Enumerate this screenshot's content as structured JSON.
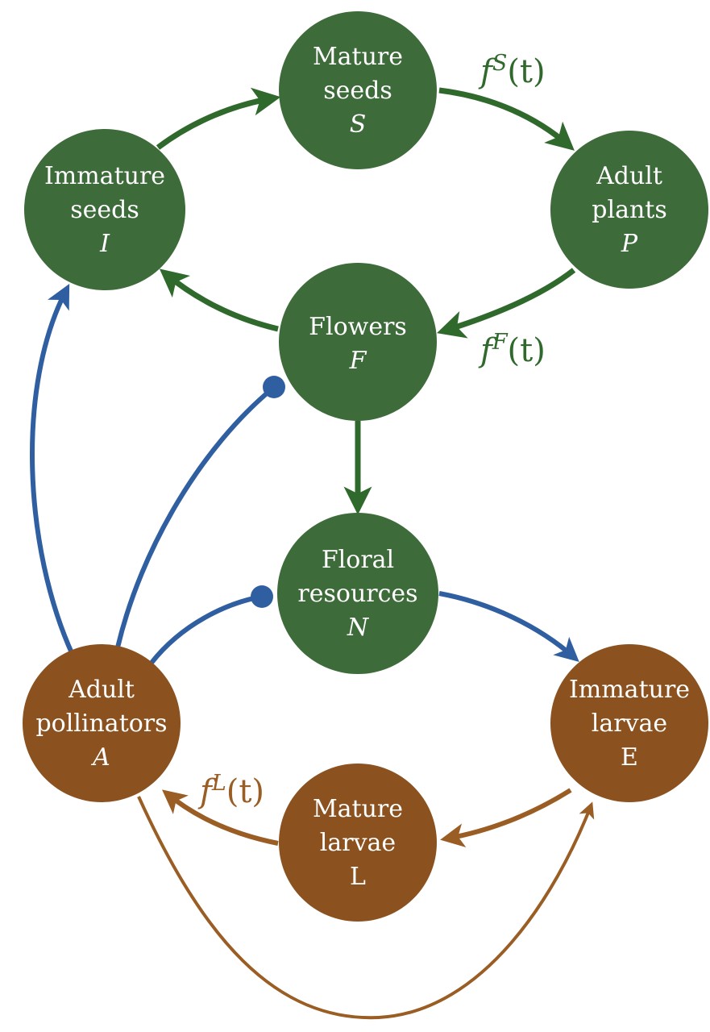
{
  "colors": {
    "plant": "#3d6b3a",
    "pollinator": "#8b5220",
    "plant_arrow": "#2f6a2c",
    "pollinator_arrow": "#2f5fa0",
    "larva_arrow": "#9a5d24",
    "rate_text": "#2f6a2c",
    "larva_rate_text": "#9a5d24"
  },
  "nodes": {
    "mature_seeds": {
      "line1": "Mature",
      "line2": "seeds",
      "symbol": "S"
    },
    "immature_seeds": {
      "line1": "Immature",
      "line2": "seeds",
      "symbol": "I"
    },
    "adult_plants": {
      "line1": "Adult",
      "line2": "plants",
      "symbol": "P"
    },
    "flowers": {
      "line1": "Flowers",
      "symbol": "F"
    },
    "floral_resources": {
      "line1": "Floral",
      "line2": "resources",
      "symbol": "N"
    },
    "adult_pollinators": {
      "line1": "Adult",
      "line2": "pollinators",
      "symbol": "A"
    },
    "immature_larvae": {
      "line1": "Immature",
      "line2": "larvae",
      "symbol": "E"
    },
    "mature_larvae": {
      "line1": "Mature",
      "line2": "larvae",
      "symbol": "L"
    }
  },
  "rates": {
    "seed_germination": {
      "f": "f",
      "sup": "S",
      "arg": "(t)"
    },
    "flowering": {
      "f": "f",
      "sup": "F",
      "arg": "(t)"
    },
    "larval_emergence": {
      "f": "f",
      "sup": "L",
      "arg": "(t)"
    }
  }
}
